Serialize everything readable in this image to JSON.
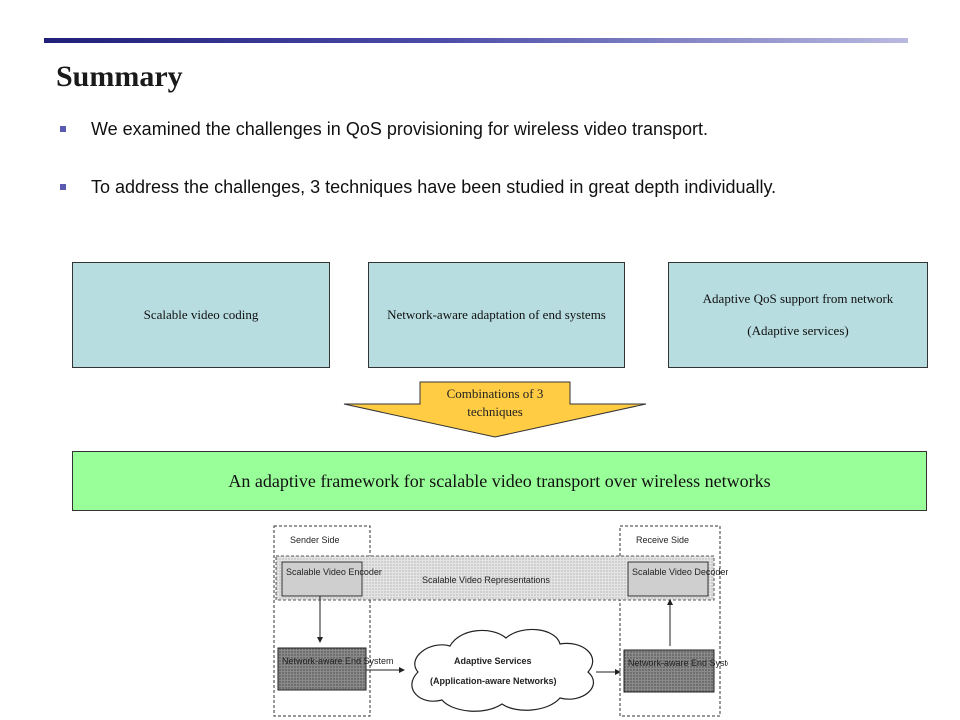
{
  "slide": {
    "title": "Summary",
    "bullets": [
      "We examined the challenges in QoS provisioning for wireless video transport.",
      "To address the challenges, 3 techniques have been studied in great depth individually."
    ]
  },
  "techniques": [
    {
      "label": "Scalable video coding"
    },
    {
      "label": "Network-aware adaptation of end systems"
    },
    {
      "label": "Adaptive QoS support from network (Adaptive services)"
    }
  ],
  "combination_arrow": {
    "label": "Combinations of 3 techniques"
  },
  "framework": {
    "label": "An adaptive framework for scalable video transport over wireless networks"
  },
  "architecture_diagram": {
    "sender_side": "Sender Side",
    "receive_side": "Receive  Side",
    "encoder": "Scalable Video Encoder",
    "decoder": "Scalable Video Decoder",
    "representations": "Scalable Video Representations",
    "sender_end_system": "Network-aware End System",
    "receiver_end_system": "Network-aware End System",
    "adaptive_services_title": "Adaptive Services",
    "adaptive_services_subtitle": "(Application-aware Networks)"
  },
  "colors": {
    "technique_fill": "#b7dde0",
    "framework_fill": "#99ff99",
    "arrow_fill": "#ffcc44",
    "title_rule": "#20207a"
  }
}
